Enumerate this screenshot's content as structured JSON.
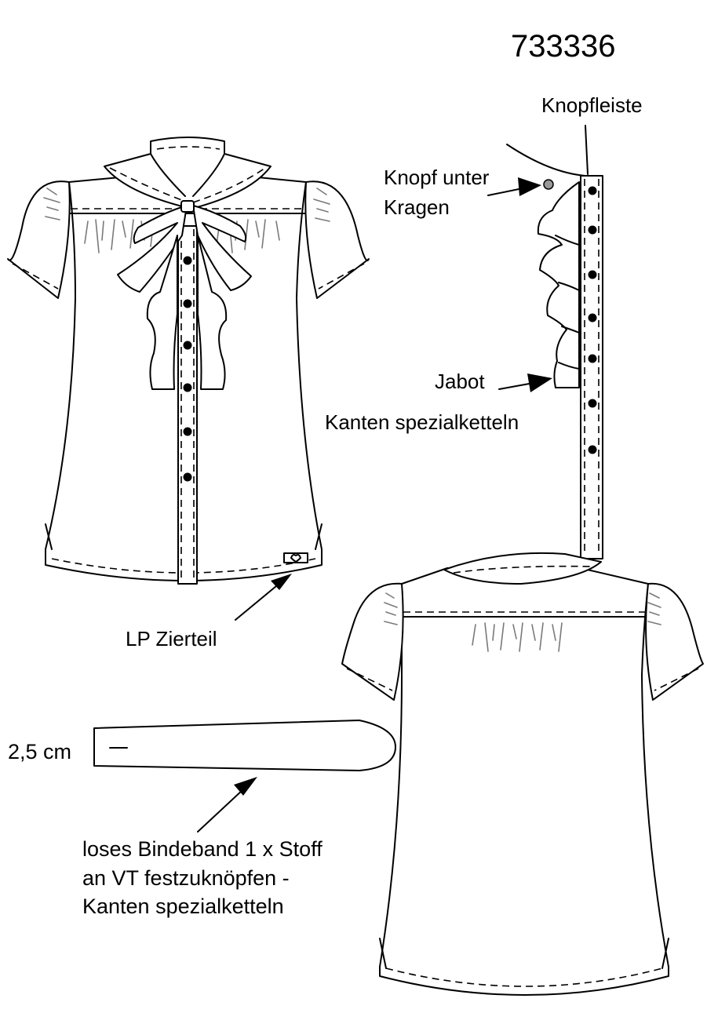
{
  "style_number": "733336",
  "labels": {
    "knopfleiste": "Knopfleiste",
    "knopf_unter_kragen": [
      "Knopf unter",
      "Kragen"
    ],
    "jabot": "Jabot",
    "kanten_spezialketteln": "Kanten spezialketteln",
    "lp_zierteil": "LP Zierteil",
    "tie_width": "2,5 cm",
    "bindeband": [
      "loses Bindeband 1 x Stoff",
      "an VT festzuknöpfen -",
      "Kanten spezialketteln"
    ]
  },
  "colors": {
    "line": "#000000",
    "fill": "#ffffff",
    "gather": "#7a7a7a",
    "button_under_collar": "#999999"
  }
}
